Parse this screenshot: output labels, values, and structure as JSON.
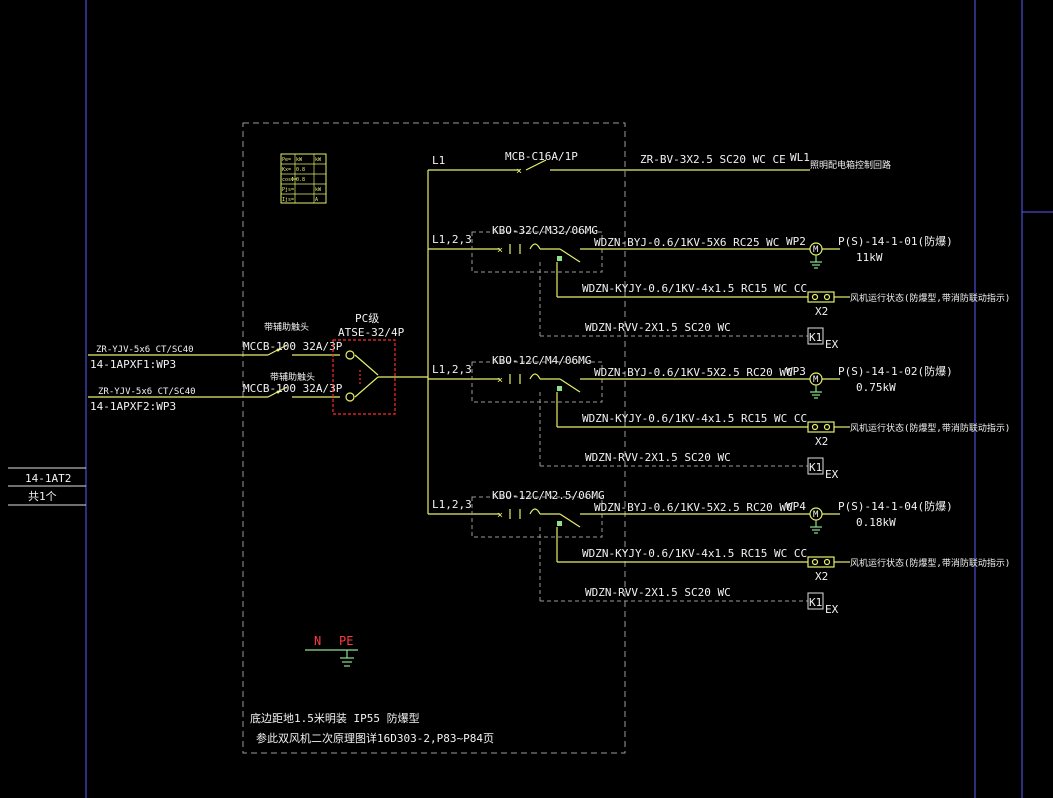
{
  "panel": {
    "left_label_1": "14-1AT2",
    "left_label_2": "共1个",
    "footer_1": "底边距地1.5米明装 IP55 防爆型",
    "footer_2": "参此双风机二次原理图详16D303-2,P83~P84页"
  },
  "legend_table": [
    [
      "Pe=",
      "kW",
      "kW"
    ],
    [
      "Kx=",
      "0.8",
      ""
    ],
    [
      "cosΦ=",
      "0.8",
      ""
    ],
    [
      "Pjs=",
      "",
      "kW"
    ],
    [
      "Ijs=",
      "",
      "A"
    ]
  ],
  "incoming": {
    "cable_1": "ZR-YJV-5x6 CT/SC40",
    "source_1": "14-1APXF1:WP3",
    "cable_2": "ZR-YJV-5x6 CT/SC40",
    "source_2": "14-1APXF2:WP3",
    "note_1": "带辅助触头",
    "note_2": "带辅助触头",
    "breaker_1": "MCCB-100 32A/3P",
    "breaker_2": "MCCB-100 32A/3P",
    "atse_title": "PC级",
    "atse_model": "ATSE-32/4P"
  },
  "circuit_wl1": {
    "phase": "L1",
    "breaker": "MCB-C16A/1P",
    "cable": "ZR-BV-3X2.5 SC20 WC CE",
    "id": "WL1",
    "load": "照明配电箱控制回路"
  },
  "groups": [
    {
      "phase": "L1,2,3",
      "kbo": "KBO-32C/M32/06MG",
      "power_cable": "WDZN-BYJ-0.6/1KV-5X6 RC25 WC",
      "id": "WP2",
      "load": "P(S)-14-1-01(防爆)",
      "kw": "11kW",
      "ctrl_cable": "WDZN-KYJY-0.6/1KV-4x1.5 RC15 WC CC",
      "ctrl_label": "X2",
      "ctrl_load": "风机运行状态(防爆型,带消防联动指示)",
      "sig_cable": "WDZN-RVV-2X1.5 SC20 WC",
      "k_label": "K1",
      "ex_label": "EX"
    },
    {
      "phase": "L1,2,3",
      "kbo": "KBO-12C/M4/06MG",
      "power_cable": "WDZN-BYJ-0.6/1KV-5X2.5 RC20 WC",
      "id": "WP3",
      "load": "P(S)-14-1-02(防爆)",
      "kw": "0.75kW",
      "ctrl_cable": "WDZN-KYJY-0.6/1KV-4x1.5 RC15 WC CC",
      "ctrl_label": "X2",
      "ctrl_load": "风机运行状态(防爆型,带消防联动指示)",
      "sig_cable": "WDZN-RVV-2X1.5 SC20 WC",
      "k_label": "K1",
      "ex_label": "EX"
    },
    {
      "phase": "L1,2,3",
      "kbo": "KBO-12C/M2.5/06MG",
      "power_cable": "WDZN-BYJ-0.6/1KV-5X2.5 RC20 WC",
      "id": "WP4",
      "load": "P(S)-14-1-04(防爆)",
      "kw": "0.18kW",
      "ctrl_cable": "WDZN-KYJY-0.6/1KV-4x1.5 RC15 WC CC",
      "ctrl_label": "X2",
      "ctrl_load": "风机运行状态(防爆型,带消防联动指示)",
      "sig_cable": "WDZN-RVV-2X1.5 SC20 WC",
      "k_label": "K1",
      "ex_label": "EX"
    }
  ],
  "earth": {
    "n": "N",
    "pe": "PE"
  },
  "motor_symbol": "M",
  "colors": {
    "background": "#000000",
    "wire": "#e6f06a",
    "text": "#f2f2f2",
    "earth": "#8ee08e",
    "atse": "#ff2b2b",
    "frame": "#5a5aff"
  }
}
